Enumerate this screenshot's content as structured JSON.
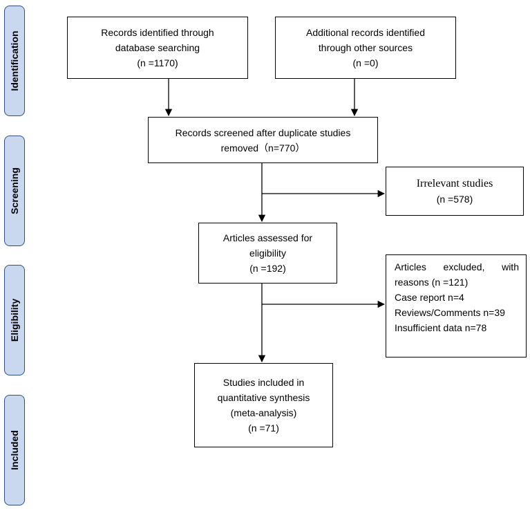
{
  "stages": {
    "identification": "Identification",
    "screening": "Screening",
    "eligibility": "Eligibility",
    "included": "Included"
  },
  "boxes": {
    "database": {
      "line1": "Records identified through",
      "line2": "database searching",
      "line3": "(n =1170)"
    },
    "other_sources": {
      "line1": "Additional records identified",
      "line2": "through other sources",
      "line3": "(n =0)"
    },
    "screened": {
      "line1": "Records screened after duplicate studies",
      "line2": "removed（n=770）"
    },
    "irrelevant": {
      "line1": "Irrelevant studies",
      "line2": "(n =578)"
    },
    "assessed": {
      "line1": "Articles assessed for",
      "line2": "eligibility",
      "line3": "(n =192)"
    },
    "excluded": {
      "line1": "Articles excluded, with",
      "line2": "reasons (n =121)",
      "line3": "Case report n=4",
      "line4": "Reviews/Comments n=39",
      "line5": "Insufficient data n=78"
    },
    "included": {
      "line1": "Studies included in",
      "line2": "quantitative synthesis",
      "line3": "(meta-analysis)",
      "line4": "(n =71)"
    }
  },
  "colors": {
    "stage_fill": "#c9d8ef",
    "stage_border": "#2d4f86",
    "line": "#000000"
  }
}
